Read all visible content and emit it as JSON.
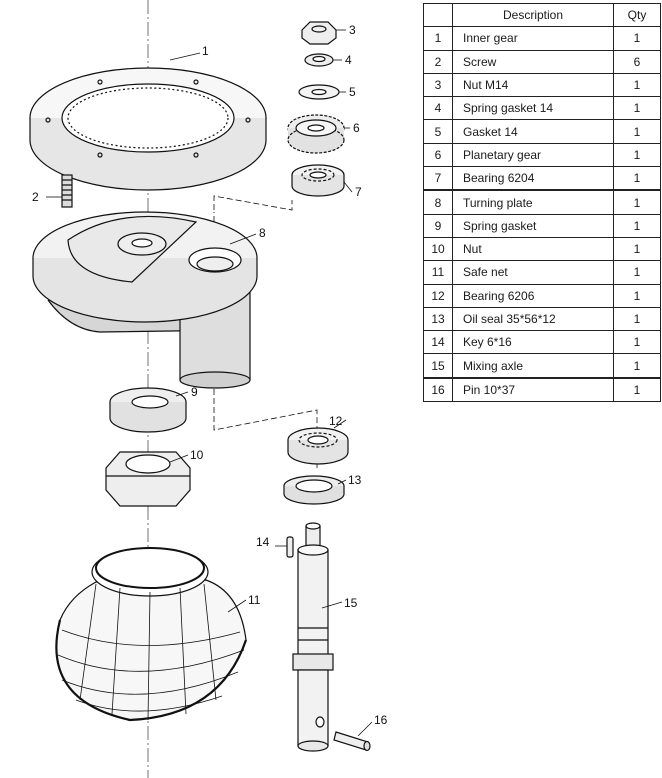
{
  "table": {
    "header": {
      "no": "",
      "description": "Description",
      "qty": "Qty"
    },
    "rows": [
      {
        "no": "1",
        "description": "Inner gear",
        "qty": "1"
      },
      {
        "no": "2",
        "description": "Screw",
        "qty": "6"
      },
      {
        "no": "3",
        "description": "Nut M14",
        "qty": "1"
      },
      {
        "no": "4",
        "description": "Spring gasket 14",
        "qty": "1"
      },
      {
        "no": "5",
        "description": "Gasket 14",
        "qty": "1"
      },
      {
        "no": "6",
        "description": "Planetary gear",
        "qty": "1"
      },
      {
        "no": "7",
        "description": "Bearing 6204",
        "qty": "1"
      },
      {
        "no": "8",
        "description": "Turning plate",
        "qty": "1"
      },
      {
        "no": "9",
        "description": "Spring gasket",
        "qty": "1"
      },
      {
        "no": "10",
        "description": "Nut",
        "qty": "1"
      },
      {
        "no": "11",
        "description": "Safe net",
        "qty": "1"
      },
      {
        "no": "12",
        "description": "Bearing 6206",
        "qty": "1"
      },
      {
        "no": "13",
        "description": "Oil seal 35*56*12",
        "qty": "1"
      },
      {
        "no": "14",
        "description": "Key 6*16",
        "qty": "1"
      },
      {
        "no": "15",
        "description": "Mixing axle",
        "qty": "1"
      },
      {
        "no": "16",
        "description": "Pin 10*37",
        "qty": "1"
      }
    ]
  },
  "callouts": {
    "c1": "1",
    "c2": "2",
    "c3": "3",
    "c4": "4",
    "c5": "5",
    "c6": "6",
    "c7": "7",
    "c8": "8",
    "c9": "9",
    "c10": "10",
    "c11": "11",
    "c12": "12",
    "c13": "13",
    "c14": "14",
    "c15": "15",
    "c16": "16"
  }
}
